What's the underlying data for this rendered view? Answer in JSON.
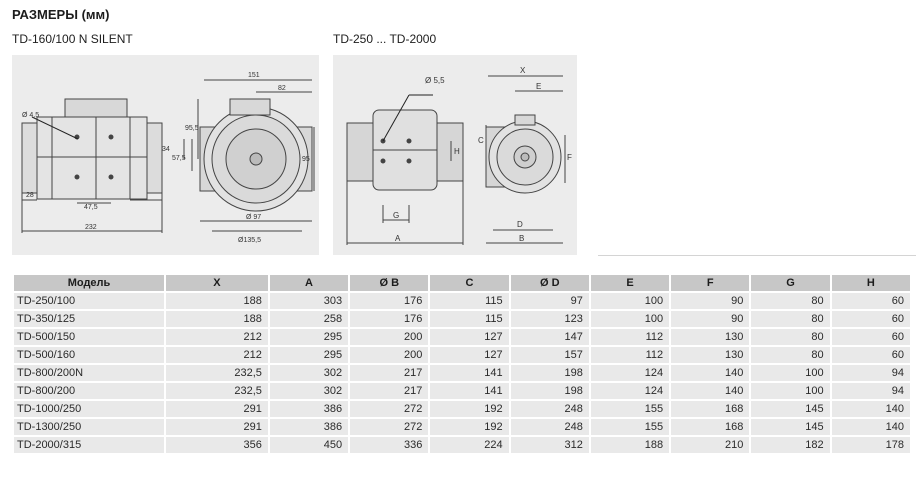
{
  "heading": "РАЗМЕРЫ (мм)",
  "diagram1": {
    "title": "TD-160/100 N SILENT",
    "labels": {
      "hole_dia": "Ø 4,5",
      "len_28": "28",
      "len_47": "47,5",
      "len_232": "232",
      "w_151": "151",
      "w_82": "82",
      "h_95_5": "95,5",
      "h_34": "34",
      "h_57_5": "57,5",
      "h_95": "95",
      "d_97": "Ø 97",
      "d_135": "Ø135,5"
    }
  },
  "diagram2": {
    "title": "TD-250 ... TD-2000",
    "labels": {
      "hole_dia": "Ø 5,5",
      "x": "X",
      "e": "E",
      "c": "C",
      "h": "H",
      "f": "F",
      "g": "G",
      "a": "A",
      "d": "D",
      "b": "B"
    }
  },
  "table": {
    "headers": [
      "Модель",
      "X",
      "A",
      "Ø B",
      "C",
      "Ø D",
      "E",
      "F",
      "G",
      "H"
    ],
    "rows": [
      [
        "TD-250/100",
        "188",
        "303",
        "176",
        "115",
        "97",
        "100",
        "90",
        "80",
        "60"
      ],
      [
        "TD-350/125",
        "188",
        "258",
        "176",
        "115",
        "123",
        "100",
        "90",
        "80",
        "60"
      ],
      [
        "TD-500/150",
        "212",
        "295",
        "200",
        "127",
        "147",
        "112",
        "130",
        "80",
        "60"
      ],
      [
        "TD-500/160",
        "212",
        "295",
        "200",
        "127",
        "157",
        "112",
        "130",
        "80",
        "60"
      ],
      [
        "TD-800/200N",
        "232,5",
        "302",
        "217",
        "141",
        "198",
        "124",
        "140",
        "100",
        "94"
      ],
      [
        "TD-800/200",
        "232,5",
        "302",
        "217",
        "141",
        "198",
        "124",
        "140",
        "100",
        "94"
      ],
      [
        "TD-1000/250",
        "291",
        "386",
        "272",
        "192",
        "248",
        "155",
        "168",
        "145",
        "140"
      ],
      [
        "TD-1300/250",
        "291",
        "386",
        "272",
        "192",
        "248",
        "155",
        "168",
        "145",
        "140"
      ],
      [
        "TD-2000/315",
        "356",
        "450",
        "336",
        "224",
        "312",
        "188",
        "210",
        "182",
        "178"
      ]
    ]
  }
}
